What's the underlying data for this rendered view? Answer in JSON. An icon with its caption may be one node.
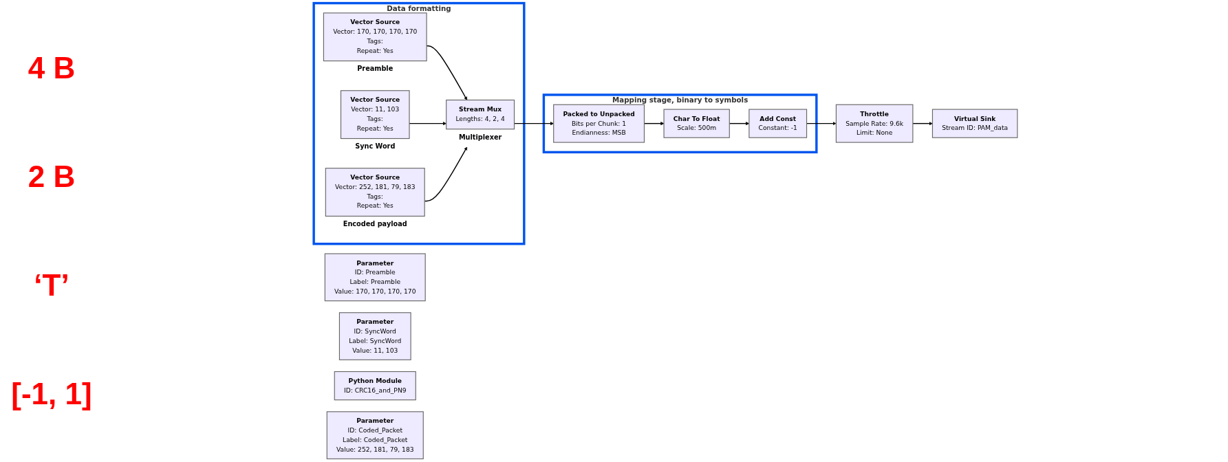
{
  "diagram": {
    "nodes": [
      {
        "text": [
          "Data formatting"
        ]
      },
      {
        "text": [
          "Vector Source",
          "Vector: 170, 170, 170, 170",
          "Tags:",
          "Repeat: Yes"
        ],
        "in": 0,
        "beside": [
          "Preamble"
        ]
      },
      {
        "text": [
          "Vector Source",
          "Vector: 11, 103",
          "Tags:",
          "Repeat: Yes"
        ],
        "in": 0,
        "beside": [
          "Sync Word"
        ]
      },
      {
        "text": [
          "Stream Mux",
          "Lengths: 4, 2, 4"
        ],
        "in": 0,
        "beside": [
          "Multiplexer"
        ]
      },
      {
        "text": [
          "Vector Source",
          "Vector: 252, 181, 79, 183",
          "Tags:",
          "Repeat: Yes"
        ],
        "in": 0,
        "beside": [
          "Encoded payload"
        ]
      },
      {
        "text": [
          "Parameter",
          "ID: Preamble",
          "Label: Preamble",
          "Value: 170, 170, 170, 170"
        ]
      },
      {
        "text": [
          "Parameter",
          "ID: SyncWord",
          "Label: SyncWord",
          "Value: 11, 103"
        ]
      },
      {
        "text": [
          "Python Module",
          "ID: CRC16_and_PN9"
        ]
      },
      {
        "text": [
          "Parameter",
          "ID: Coded_Packet",
          "Label: Coded_Packet",
          "Value: 252, 181, 79, 183"
        ]
      },
      {
        "text": [
          "Mapping stage, binary to symbols"
        ]
      },
      {
        "text": [
          "Packed to Unpacked",
          "Bits per Chunk: 1",
          "Endianness: MSB"
        ],
        "in": 9
      },
      {
        "text": [
          "Char To Float",
          "Scale: 500m"
        ],
        "in": 9
      },
      {
        "text": [
          "Add Const",
          "Constant: -1"
        ],
        "in": 9
      },
      {
        "text": [
          "Throttle",
          "Sample Rate: 9.6k",
          "Limit: None"
        ]
      },
      {
        "text": [
          "Virtual Sink",
          "Stream ID: PAM_data"
        ]
      }
    ],
    "edges": [
      {
        "from": 1,
        "to": 3,
        "arrow": "to"
      },
      {
        "from": 2,
        "to": 3,
        "arrow": "to"
      },
      {
        "from": 4,
        "to": 3,
        "arrow": "to"
      },
      {
        "from": 3,
        "to": 10,
        "arrow": "to"
      },
      {
        "from": 10,
        "to": 11,
        "arrow": "to"
      },
      {
        "from": 11,
        "to": 12,
        "arrow": "to"
      },
      {
        "from": 12,
        "to": 13,
        "arrow": "to"
      },
      {
        "from": 13,
        "to": 14,
        "arrow": "to"
      }
    ],
    "labels": [
      "4 B",
      "2 B",
      "‘T’",
      "[-1, 1]"
    ]
  }
}
